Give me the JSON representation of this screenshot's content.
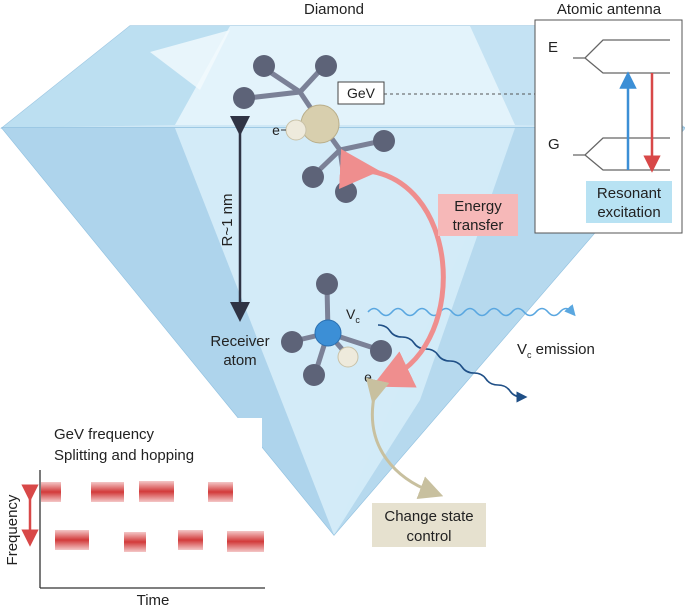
{
  "diamond": {
    "title": "Diamond",
    "gev_label": "GeV",
    "electron_label_top": "e",
    "electron_label_bottom": "e",
    "distance_label": "R~1 nm",
    "vc_label_main": "V",
    "vc_label_sub": "c",
    "receiver_line1": "Receiver",
    "receiver_line2": "atom",
    "energy_transfer_line1": "Energy",
    "energy_transfer_line2": "transfer",
    "emission_main": "V",
    "emission_sub": "c",
    "emission_rest": " emission",
    "change_state_line1": "Change state",
    "change_state_line2": "control"
  },
  "antenna": {
    "title": "Atomic antenna",
    "level_e": "E",
    "level_g": "G",
    "resonant_line1": "Resonant",
    "resonant_line2": "excitation"
  },
  "frequency_plot": {
    "title_line1": "GeV frequency",
    "title_line2": "Splitting and hopping",
    "ylabel": "Frequency",
    "xlabel": "Time"
  },
  "colors": {
    "diamond_light": "#d6ecf8",
    "diamond_mid": "#bfe0f2",
    "diamond_dark": "#a4cfea",
    "atom_grey": "#5d6378",
    "bond_grey": "#7b8197",
    "gev_gold": "#d8cfae",
    "vc_blue": "#3c8fd6",
    "energy_pink": "#f2a1a1",
    "energy_label_bg": "#f6b8b8",
    "resonant_bg": "#b8e2f3",
    "control_bg": "#e6e1cf",
    "red_arrow": "#d84848",
    "blue_arrow": "#3c8fd6",
    "control_arrow": "#c8c09f"
  }
}
